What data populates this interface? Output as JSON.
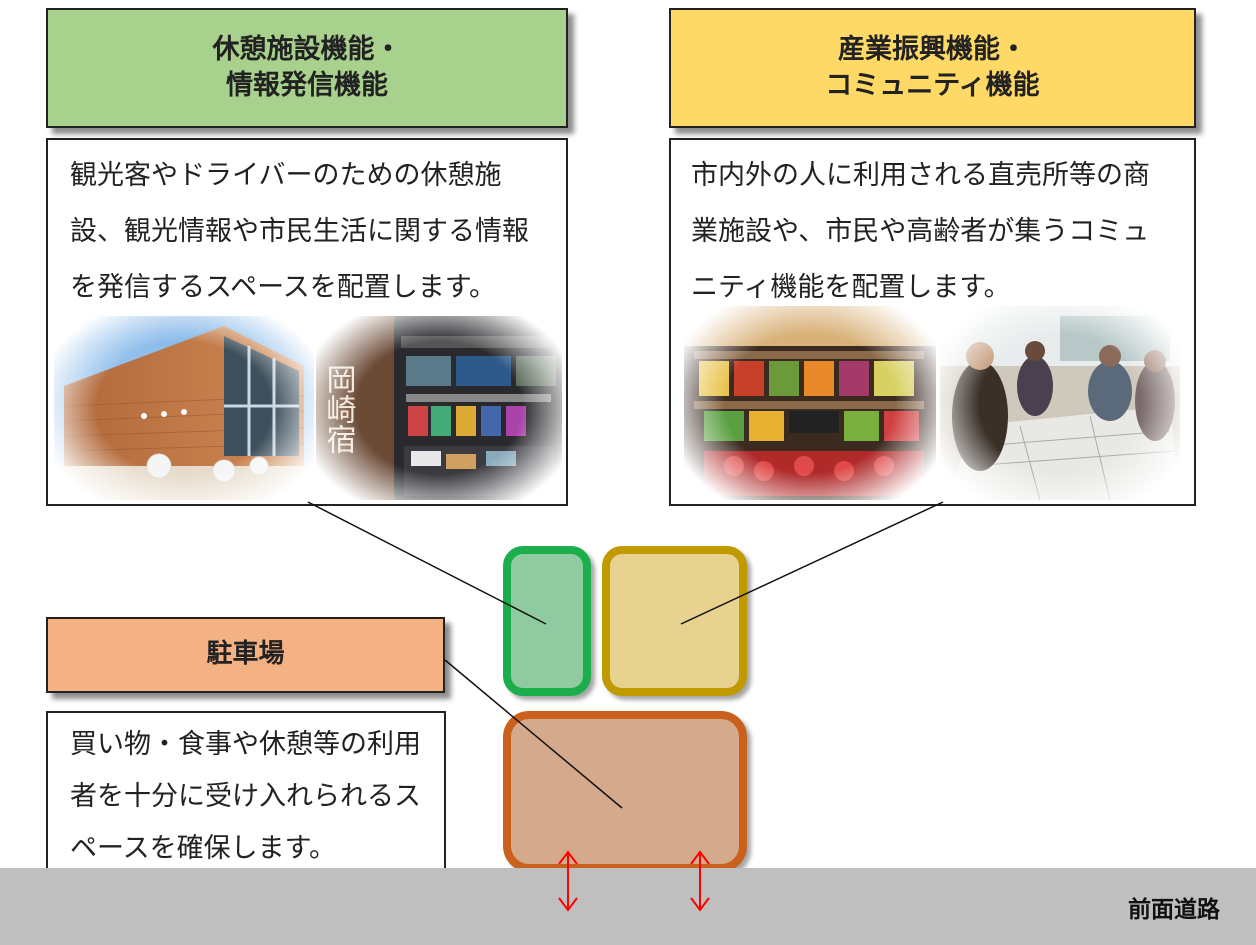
{
  "rest": {
    "title": "休憩施設機能・\n情報発信機能",
    "description": "観光客やドライバーのための休憩施設、観光情報や市民生活に関する情報を発信するスペースを配置します。",
    "color": "#a9d18e",
    "photo_sign": "岡崎宿"
  },
  "industry": {
    "title": "産業振興機能・\nコミュニティ機能",
    "description": "市内外の人に利用される直売所等の商業施設や、市民や高齢者が集うコミュニティ機能を配置します。",
    "color": "#ffd966"
  },
  "parking": {
    "title": "駐車場",
    "description": "買い物・食事や休憩等の利用者を十分に受け入れられるスペースを確保します。",
    "color": "#f4b183"
  },
  "zones": {
    "rest_fill": "#8fcaa1",
    "rest_border": "#1cae4a",
    "industry_fill": "#e8d290",
    "industry_border": "#c19a00",
    "parking_fill": "#d4a98c",
    "parking_border": "#c9601c"
  },
  "road": {
    "label": "前面道路",
    "color": "#bfbfbf"
  },
  "arrow_color": "#ff0000"
}
